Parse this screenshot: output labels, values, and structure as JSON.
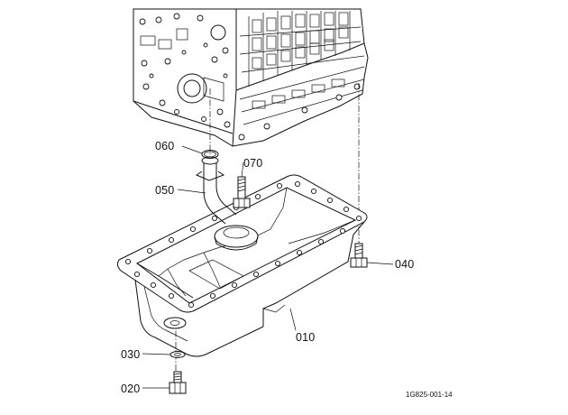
{
  "diagram": {
    "callouts": [
      {
        "id": "060",
        "label": "060"
      },
      {
        "id": "070",
        "label": "070"
      },
      {
        "id": "050",
        "label": "050"
      },
      {
        "id": "040",
        "label": "040"
      },
      {
        "id": "010",
        "label": "010"
      },
      {
        "id": "030",
        "label": "030"
      },
      {
        "id": "020",
        "label": "020"
      }
    ],
    "figure_code": "1G825-001-14"
  }
}
